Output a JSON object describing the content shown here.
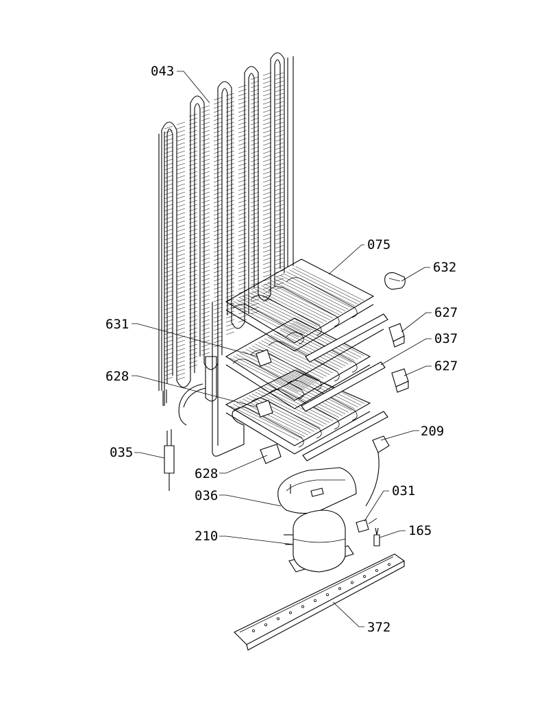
{
  "labels": {
    "l043": "043",
    "l075": "075",
    "l632": "632",
    "l627a": "627",
    "l631": "631",
    "l037": "037",
    "l627b": "627",
    "l628a": "628",
    "l209": "209",
    "l035": "035",
    "l628b": "628",
    "l031": "031",
    "l036": "036",
    "l165": "165",
    "l210": "210",
    "l372": "372"
  }
}
